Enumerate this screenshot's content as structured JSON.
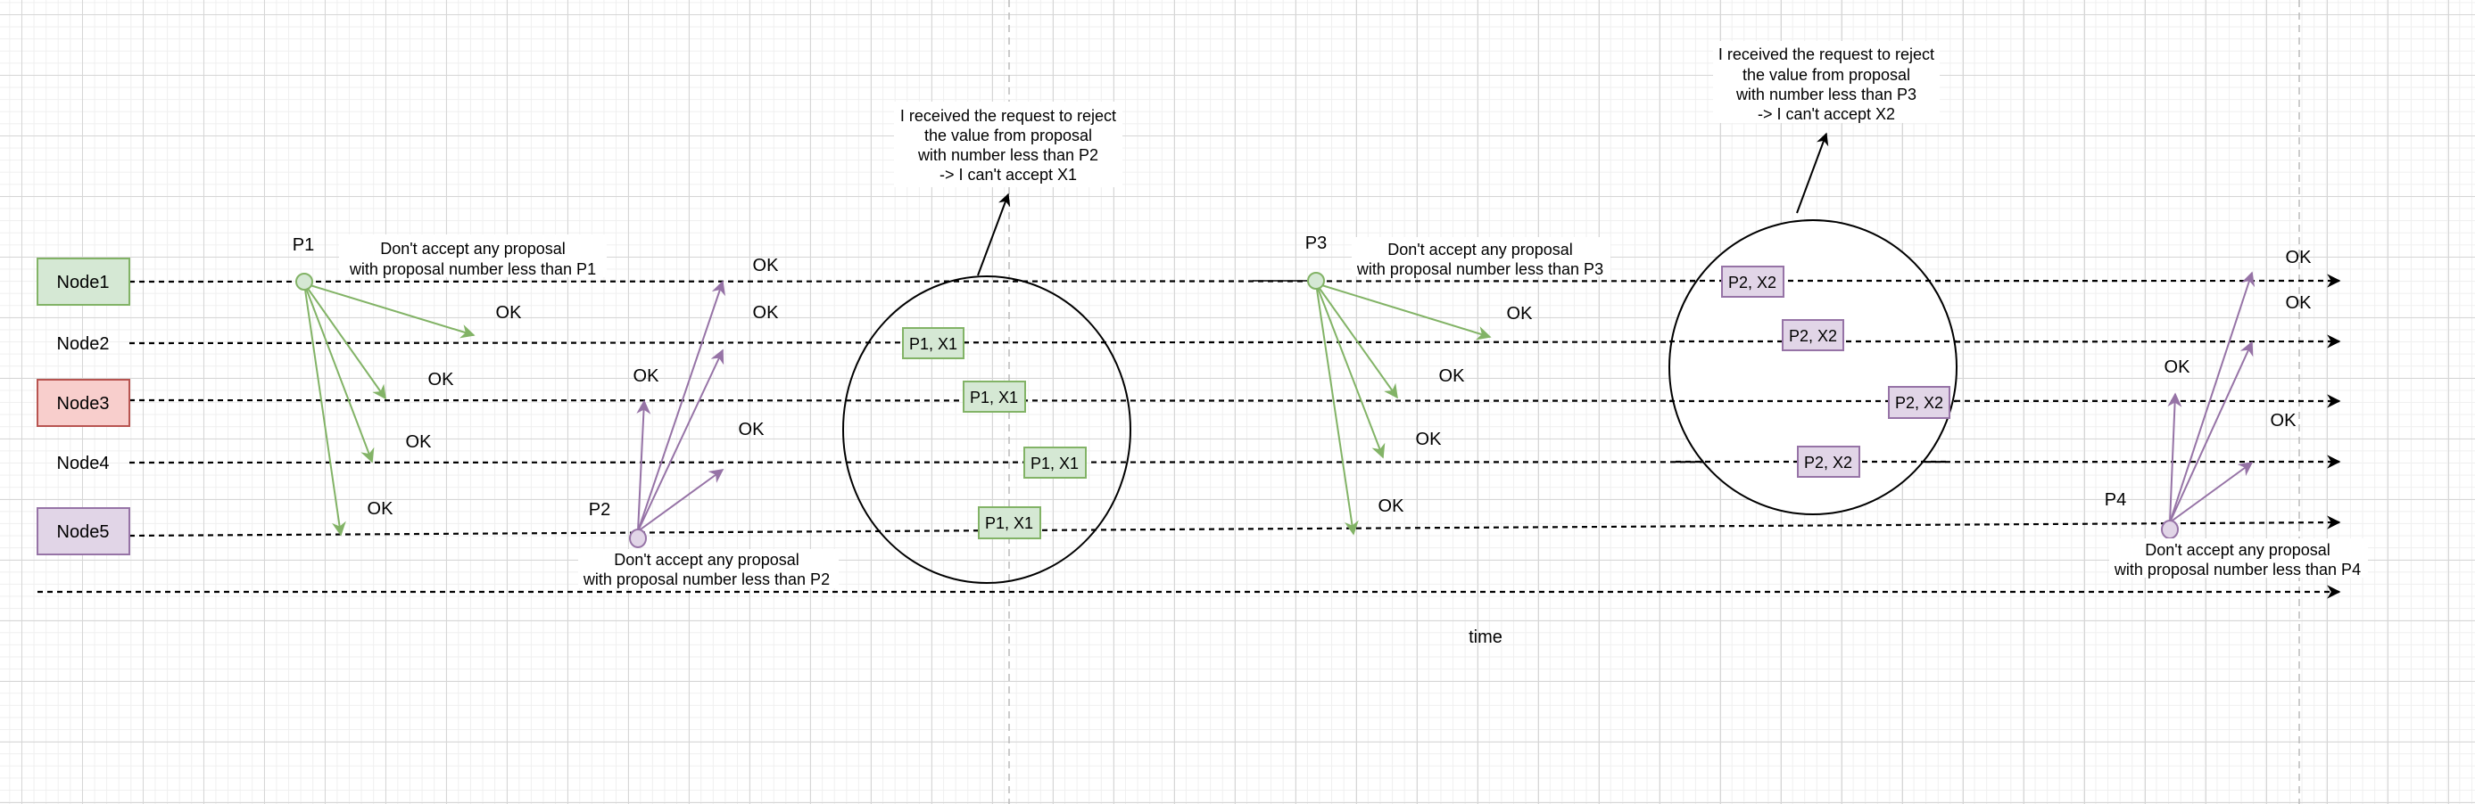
{
  "nodes": [
    "Node1",
    "Node2",
    "Node3",
    "Node4",
    "Node5"
  ],
  "colors": {
    "green_fill": "#d5e8d4",
    "green_stroke": "#82b366",
    "red_fill": "#f8cecc",
    "red_stroke": "#b85450",
    "purple_fill": "#e1d5e7",
    "purple_stroke": "#9673a6"
  },
  "proposals": {
    "p1": {
      "label": "P1",
      "note": [
        "Don't accept any proposal",
        "with proposal number less than P1"
      ]
    },
    "p2": {
      "label": "P2",
      "note": [
        "Don't accept any proposal",
        "with proposal number less than P2"
      ]
    },
    "p3": {
      "label": "P3",
      "note": [
        "Don't accept any proposal",
        "with proposal number less than P3"
      ]
    },
    "p4": {
      "label": "P4",
      "note": [
        "Don't accept any proposal",
        "with proposal number less than P4"
      ]
    }
  },
  "ok": "OK",
  "accepted1": "P1, X1",
  "accepted2": "P2, X2",
  "reject1": [
    "I received the request to reject",
    "the value from proposal",
    "with number less than P2",
    "-> I can't accept X1"
  ],
  "reject2": [
    "I received the request to reject",
    "the value from proposal",
    "with number less than P3",
    "-> I can't accept X2"
  ],
  "axis_label": "time"
}
